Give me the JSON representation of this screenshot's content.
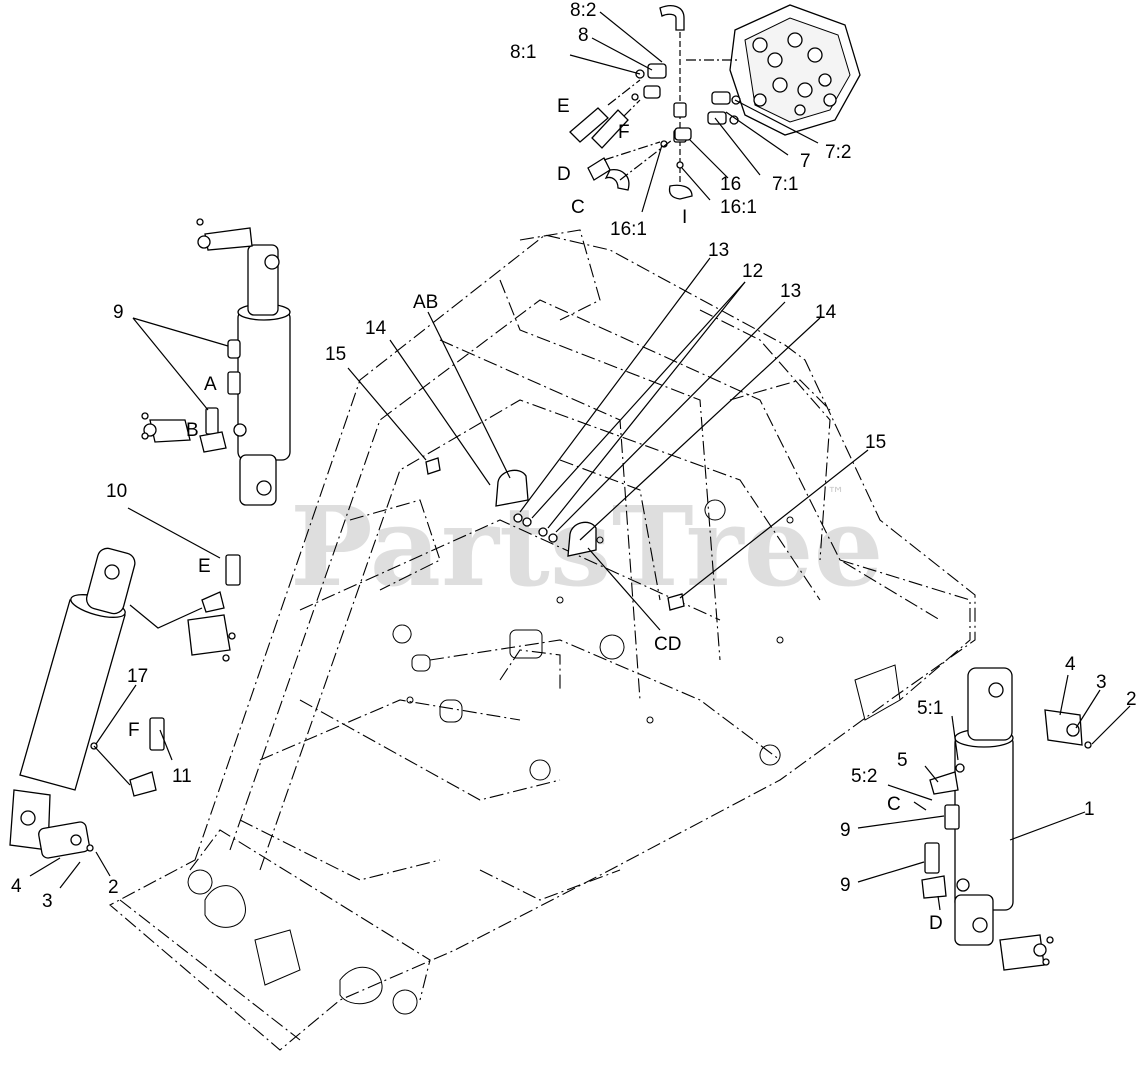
{
  "watermark": {
    "brand": "PartsTree",
    "trademark": "™"
  },
  "callouts": {
    "c_8_2": "8:2",
    "c_8": "8",
    "c_8_1": "8:1",
    "c_E_top": "E",
    "c_F_top": "F",
    "c_D_top": "D",
    "c_C_top": "C",
    "c_16_1_left": "16:1",
    "c_I": "I",
    "c_16": "16",
    "c_16_1_right": "16:1",
    "c_7_1": "7:1",
    "c_7": "7",
    "c_7_2": "7:2",
    "c_13_a": "13",
    "c_12": "12",
    "c_13_b": "13",
    "c_14_right": "14",
    "c_AB": "AB",
    "c_14_left": "14",
    "c_15_left": "15",
    "c_15_right": "15",
    "c_CD": "CD",
    "c_9_top": "9",
    "c_A": "A",
    "c_B": "B",
    "c_10": "10",
    "c_E_mid": "E",
    "c_17": "17",
    "c_F_mid": "F",
    "c_11": "11",
    "c_4_left": "4",
    "c_3_left": "3",
    "c_2_left": "2",
    "c_4_right": "4",
    "c_3_right": "3",
    "c_2_right": "2",
    "c_5_1": "5:1",
    "c_5": "5",
    "c_5_2": "5:2",
    "c_C_right": "C",
    "c_1": "1",
    "c_9_mid": "9",
    "c_9_low": "9",
    "c_D_right": "D"
  }
}
